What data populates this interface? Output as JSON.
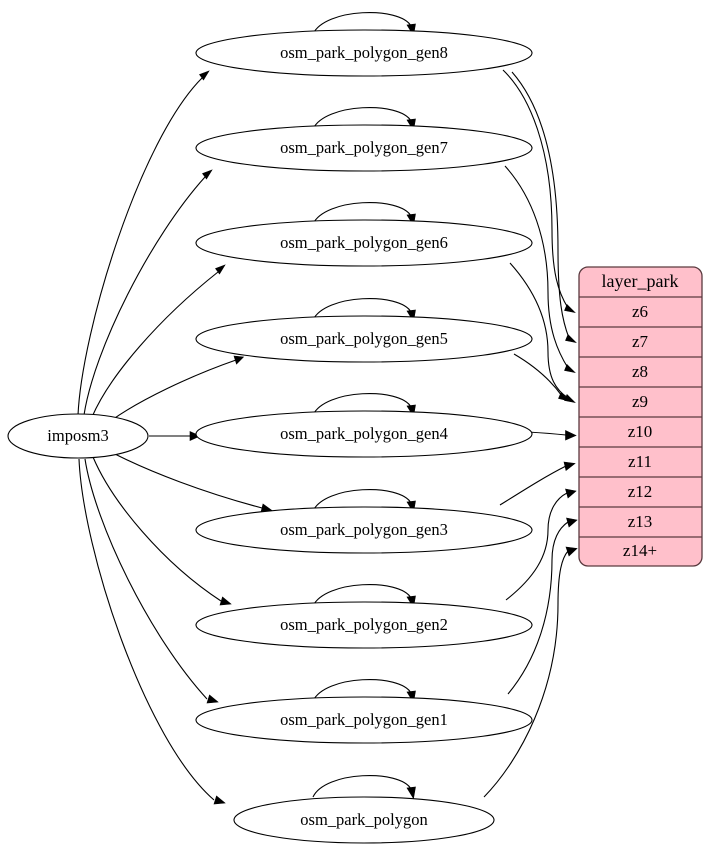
{
  "diagram": {
    "type": "graphviz-directed-graph",
    "title": "",
    "background_color": "#ffffff",
    "source_node": {
      "id": "imposm3",
      "label": "imposm3",
      "shape": "ellipse",
      "fill": "#ffffff",
      "stroke": "#000000"
    },
    "table_node": {
      "id": "layer_park",
      "header": "layer_park",
      "fill": "#ffc0cb",
      "stroke": "#5a3a3f",
      "rows": [
        {
          "id": "z6",
          "label": "z6"
        },
        {
          "id": "z7",
          "label": "z7"
        },
        {
          "id": "z8",
          "label": "z8"
        },
        {
          "id": "z9",
          "label": "z9"
        },
        {
          "id": "z10",
          "label": "z10"
        },
        {
          "id": "z11",
          "label": "z11"
        },
        {
          "id": "z12",
          "label": "z12"
        },
        {
          "id": "z13",
          "label": "z13"
        },
        {
          "id": "z14p",
          "label": "z14+"
        }
      ]
    },
    "table_nodes": [
      {
        "id": "gen8",
        "label": "osm_park_polygon_gen8",
        "shape": "ellipse",
        "self_loop": true
      },
      {
        "id": "gen7",
        "label": "osm_park_polygon_gen7",
        "shape": "ellipse",
        "self_loop": true
      },
      {
        "id": "gen6",
        "label": "osm_park_polygon_gen6",
        "shape": "ellipse",
        "self_loop": true
      },
      {
        "id": "gen5",
        "label": "osm_park_polygon_gen5",
        "shape": "ellipse",
        "self_loop": true
      },
      {
        "id": "gen4",
        "label": "osm_park_polygon_gen4",
        "shape": "ellipse",
        "self_loop": true
      },
      {
        "id": "gen3",
        "label": "osm_park_polygon_gen3",
        "shape": "ellipse",
        "self_loop": true
      },
      {
        "id": "gen2",
        "label": "osm_park_polygon_gen2",
        "shape": "ellipse",
        "self_loop": true
      },
      {
        "id": "gen1",
        "label": "osm_park_polygon_gen1",
        "shape": "ellipse",
        "self_loop": true
      },
      {
        "id": "base",
        "label": "osm_park_polygon",
        "shape": "ellipse",
        "self_loop": true
      }
    ],
    "edges": [
      {
        "from": "imposm3",
        "to": "gen8"
      },
      {
        "from": "imposm3",
        "to": "gen7"
      },
      {
        "from": "imposm3",
        "to": "gen6"
      },
      {
        "from": "imposm3",
        "to": "gen5"
      },
      {
        "from": "imposm3",
        "to": "gen4"
      },
      {
        "from": "imposm3",
        "to": "gen3"
      },
      {
        "from": "imposm3",
        "to": "gen2"
      },
      {
        "from": "imposm3",
        "to": "gen1"
      },
      {
        "from": "imposm3",
        "to": "base"
      },
      {
        "from": "gen8",
        "to": "gen8"
      },
      {
        "from": "gen7",
        "to": "gen7"
      },
      {
        "from": "gen6",
        "to": "gen6"
      },
      {
        "from": "gen5",
        "to": "gen5"
      },
      {
        "from": "gen4",
        "to": "gen4"
      },
      {
        "from": "gen3",
        "to": "gen3"
      },
      {
        "from": "gen2",
        "to": "gen2"
      },
      {
        "from": "gen1",
        "to": "gen1"
      },
      {
        "from": "base",
        "to": "base"
      },
      {
        "from": "gen8",
        "to": "z6"
      },
      {
        "from": "gen8",
        "to": "z7"
      },
      {
        "from": "gen7",
        "to": "z8"
      },
      {
        "from": "gen6",
        "to": "z9"
      },
      {
        "from": "gen5",
        "to": "z9"
      },
      {
        "from": "gen4",
        "to": "z10"
      },
      {
        "from": "gen3",
        "to": "z11"
      },
      {
        "from": "gen2",
        "to": "z12"
      },
      {
        "from": "gen1",
        "to": "z13"
      },
      {
        "from": "base",
        "to": "z14p"
      }
    ]
  }
}
